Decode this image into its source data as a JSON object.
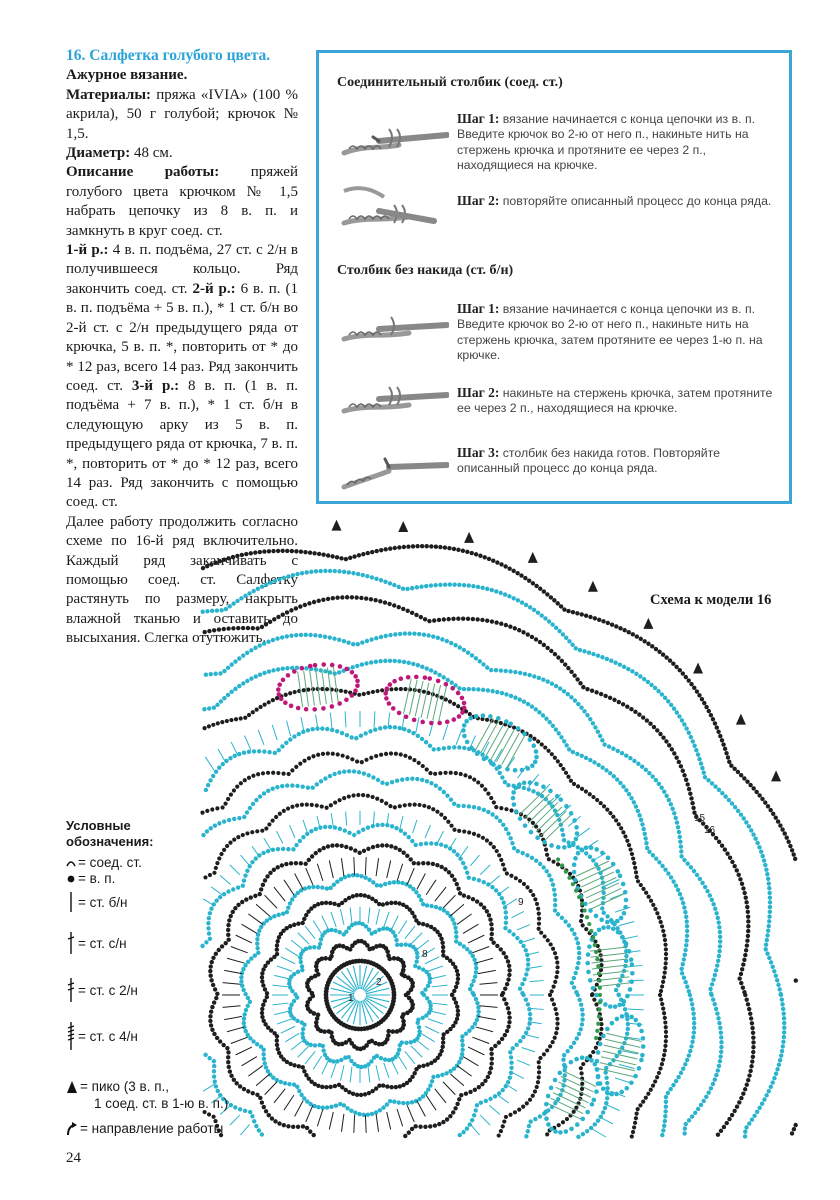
{
  "pattern": {
    "title": "16. Салфетка голубого цвета.",
    "subtitle": "Ажурное вязание.",
    "materials_label": "Материалы:",
    "materials_text": " пряжа «IVIA» (100 % акрила), 50 г голубой; крючок № 1,5.",
    "diameter_label": "Диаметр:",
    "diameter_text": " 48 см.",
    "desc_label": "Описание работы:",
    "desc_text": " пряжей голубого цвета крючком № 1,5 набрать цепочку из 8 в. п. и замкнуть в круг соед. ст.",
    "row1_label": "1-й р.:",
    "row1_text": " 4 в. п. подъёма, 27 ст. с 2/н в получившееся кольцо. Ряд закончить соед. ст. ",
    "row2_label": "2-й р.:",
    "row2_text": " 6 в. п. (1 в. п. подъёма + 5 в. п.), * 1 ст. б/н во 2-й ст. с 2/н предыдущего ряда от крючка, 5 в. п. *, повторить от * до * 12 раз, всего 14 раз. Ряд закончить соед. ст. ",
    "row3_label": "3-й р.:",
    "row3_text": " 8 в. п. (1 в. п. подъёма + 7 в. п.), * 1 ст. б/н в следующую арку из 5 в. п. предыдущего ряда от крючка, 7 в. п. *, повторить от * до * 12 раз, всего 14 раз. Ряд закончить с помощью соед. ст.",
    "further_text": "Далее работу продолжить согласно схеме по 16-й ряд включительно. Каждый ряд заканчивать с помощью соед. ст. Салфетку растянуть по размеру, накрыть влажной тканью и оставить до высыхания. Слегка отутюжить."
  },
  "stepbox": {
    "heading1": "Соединительный столбик (соед. ст.)",
    "heading2": "Столбик без накида (ст. б/н)",
    "steps": [
      {
        "label": "Шаг 1:",
        "text": " вязание начинается с конца цепочки из в. п. Введите крючок во 2-ю от него п., накиньте нить на стержень крючка и протяните ее через 2 п., находящиеся на крючке."
      },
      {
        "label": "Шаг 2:",
        "text": " повторяйте описанный процесс до конца ряда."
      },
      {
        "label": "Шаг 1:",
        "text": " вязание начинается с конца цепочки из в. п. Введите крючок во 2-ю от него п., накиньте нить на стержень крючка, затем протяните ее через 1-ю п. на крючке."
      },
      {
        "label": "Шаг 2:",
        "text": " накиньте на стержень крючка, затем протяните ее через 2 п., находящиеся на крючке."
      },
      {
        "label": "Шаг 3:",
        "text": " столбик без накида готов. Повторяйте описанный процесс до конца ряда."
      }
    ]
  },
  "schema": {
    "title": "Схема к модели 16",
    "row_numbers": [
      "1",
      "2",
      "3",
      "8",
      "9",
      "15",
      "16"
    ]
  },
  "legend": {
    "heading": "Условные обозначения:",
    "items": [
      {
        "icon": "arc-icon",
        "text": "= соед. ст."
      },
      {
        "icon": "dot-icon",
        "text": "= в. п."
      },
      {
        "icon": "sc-icon",
        "text": "= ст. б/н"
      },
      {
        "icon": "dc-icon",
        "text": "= ст. с/н"
      },
      {
        "icon": "tr-icon",
        "text": "= ст. с 2/н"
      },
      {
        "icon": "quad-icon",
        "text": "= ст. с 4/н"
      },
      {
        "icon": "picot-icon",
        "text": "= пико (3 в. п.,"
      },
      {
        "icon": "",
        "text": "1 соед. ст. в 1-ю в. п.)"
      },
      {
        "icon": "direction-icon",
        "text": "= направление работы"
      }
    ]
  },
  "page_number": "24",
  "colors": {
    "accent": "#2aa3d6",
    "chart_blue": "#29b3cc",
    "chart_black": "#1e1e1e",
    "chart_magenta": "#c0187a",
    "chart_green": "#2e9a4e"
  }
}
